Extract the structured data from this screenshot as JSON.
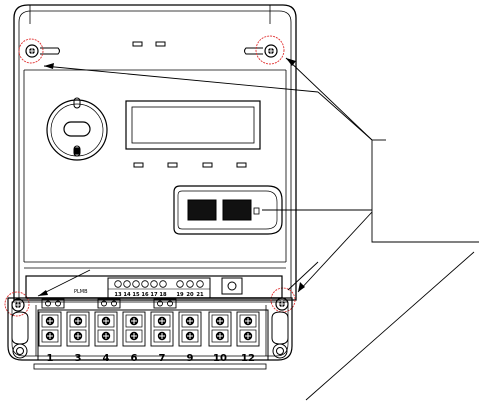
{
  "terminal_numbers": [
    "1",
    "3",
    "4",
    "6",
    "7",
    "9",
    "10",
    "12"
  ],
  "aux_terminal_numbers": [
    "13",
    "14",
    "15",
    "16",
    "17",
    "18",
    "19",
    "20",
    "21"
  ],
  "module_label": "PLMB",
  "colors": {
    "stroke": "#000000",
    "highlight": "#e03030",
    "background": "#ffffff",
    "display_fill": "#111111"
  }
}
